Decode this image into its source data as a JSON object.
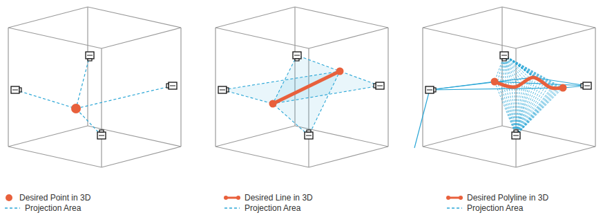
{
  "diagram": {
    "legend": [
      {
        "text": "Desired Point in 3D"
      },
      {
        "text": "Projection Area"
      },
      {
        "text": "Desired Line in 3D"
      },
      {
        "text": "Projection Area"
      },
      {
        "text": "Desired Polyline in 3D"
      },
      {
        "text": "Projection Area"
      }
    ]
  }
}
